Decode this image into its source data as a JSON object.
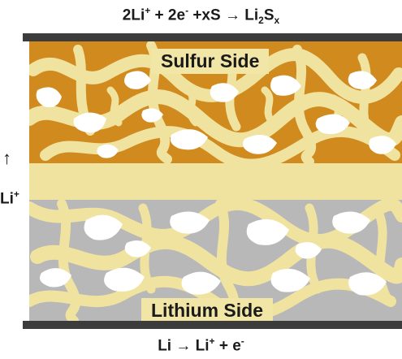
{
  "equations": {
    "top": {
      "a": "2Li",
      "a_sup": "+",
      "b": " + 2e",
      "b_sup": "-",
      "c": " +xS → Li",
      "c_sub": "2",
      "d": "S",
      "d_sub": "x"
    },
    "bottom": {
      "a": "Li → Li",
      "a_sup": "+",
      "b": " + e",
      "b_sup": "-"
    }
  },
  "labels": {
    "sulfur": "Sulfur Side",
    "lithium": "Lithium Side"
  },
  "ion": {
    "arrow": "↑",
    "text": "Li",
    "sup": "+"
  },
  "colors": {
    "electrolyte": "#f0e3a0",
    "sulfur": "#d08a1e",
    "lithium": "#b8b8b8",
    "void": "#ffffff",
    "plate": "#3c3c3c"
  }
}
